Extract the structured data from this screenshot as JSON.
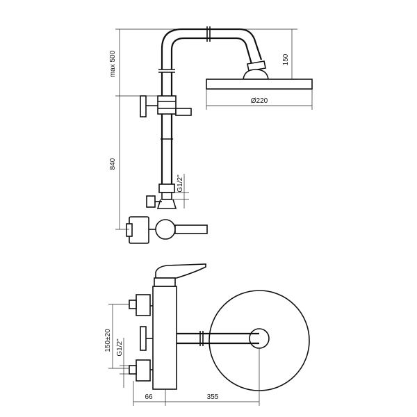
{
  "drawing": {
    "line_color": "#111111",
    "dimension_labels": {
      "max_height": "max 500",
      "head_height": "150",
      "head_diameter": "Ø220",
      "total_height": "840",
      "thread_top": "G1/2\"",
      "offset_range": "150±20",
      "thread_bottom": "G1/2\"",
      "wall_offset": "66",
      "arm_length": "355"
    }
  }
}
